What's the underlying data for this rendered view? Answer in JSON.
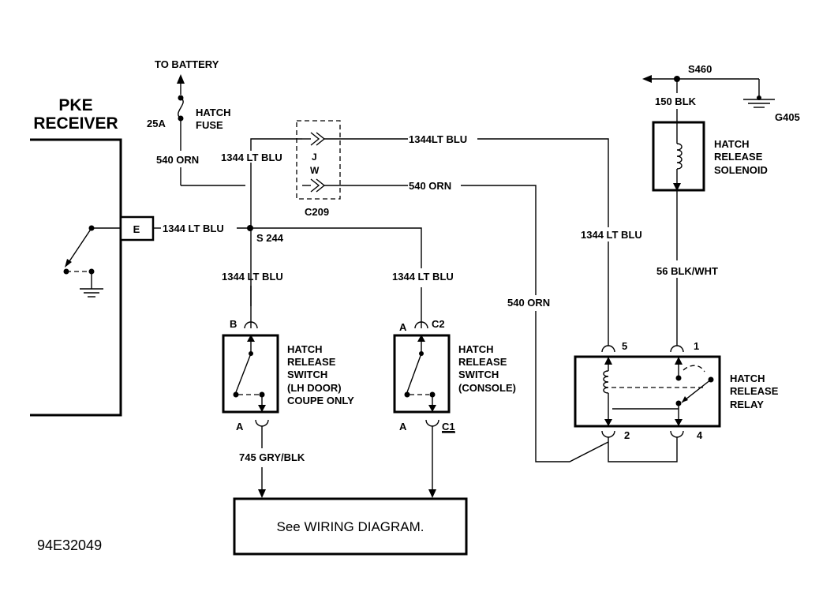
{
  "pke_receiver": {
    "line1": "PKE",
    "line2": "RECEIVER",
    "terminal": "E"
  },
  "battery": {
    "label": "TO BATTERY"
  },
  "fuse": {
    "rating": "25A",
    "line1": "HATCH",
    "line2": "FUSE"
  },
  "connector_c209": {
    "name": "C209",
    "pin_j": "J",
    "pin_w": "W"
  },
  "splices": {
    "s244": "S 244",
    "s460": "S460"
  },
  "ground_g405": "G405",
  "wires": {
    "fuse_out": "540 ORN",
    "lt_blu_vertical": "1344 LT BLU",
    "pke_to_splice": "1344 LT BLU",
    "c209_j_out": "1344LT BLU",
    "c209_w_out": "540 ORN",
    "to_lh_switch": "1344 LT BLU",
    "to_console_switch": "1344 LT BLU",
    "lh_switch_out": "745 GRY/BLK",
    "orn_to_relay": "540 ORN",
    "blu_to_relay": "1344 LT BLU",
    "solenoid_feed": "150 BLK",
    "solenoid_to_relay": "56 BLK/WHT"
  },
  "solenoid": {
    "line1": "HATCH",
    "line2": "RELEASE",
    "line3": "SOLENOID"
  },
  "switch_lh": {
    "line1": "HATCH",
    "line2": "RELEASE",
    "line3": "SWITCH",
    "line4": "(LH DOOR)",
    "line5": "COUPE ONLY",
    "pin_top": "B",
    "pin_bottom": "A"
  },
  "switch_console": {
    "line1": "HATCH",
    "line2": "RELEASE",
    "line3": "SWITCH",
    "line4": "(CONSOLE)",
    "pin_top_a": "A",
    "pin_top_c": "C2",
    "pin_bottom_a": "A",
    "pin_bottom_c": "C1"
  },
  "relay": {
    "line1": "HATCH",
    "line2": "RELEASE",
    "line3": "RELAY",
    "pin1": "1",
    "pin2": "2",
    "pin4": "4",
    "pin5": "5"
  },
  "wiring_box": {
    "text": "See WIRING DIAGRAM."
  },
  "figure_code": "94E32049"
}
